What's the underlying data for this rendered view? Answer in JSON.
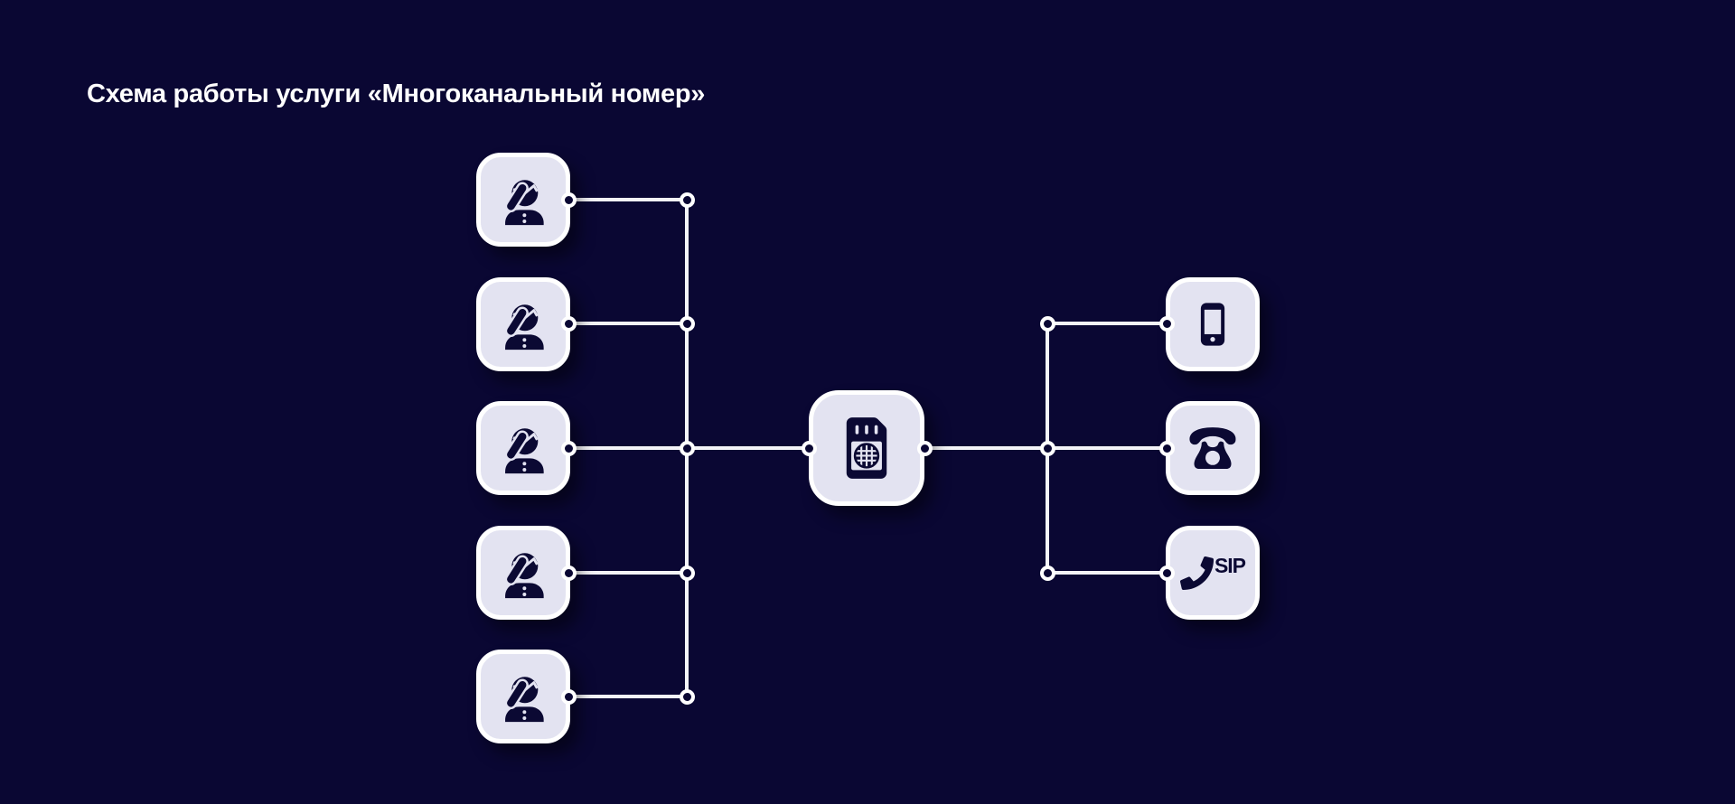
{
  "page": {
    "title": "Схема работы услуги «Многоканальный номер»"
  },
  "colors": {
    "background": "#0a0733",
    "node_fill": "#e3e3f1",
    "node_border": "#ffffff",
    "connector_line": "#f4f4f8",
    "icon": "#0b0933"
  },
  "diagram": {
    "left_nodes": [
      {
        "id": "operator-1",
        "icon": "operator-icon"
      },
      {
        "id": "operator-2",
        "icon": "operator-icon"
      },
      {
        "id": "operator-3",
        "icon": "operator-icon"
      },
      {
        "id": "operator-4",
        "icon": "operator-icon"
      },
      {
        "id": "operator-5",
        "icon": "operator-icon"
      }
    ],
    "center_node": {
      "id": "multichannel-sim",
      "icon": "sim-card-icon"
    },
    "right_nodes": [
      {
        "id": "mobile-phone",
        "icon": "smartphone-icon",
        "label": ""
      },
      {
        "id": "landline-phone",
        "icon": "desk-phone-icon",
        "label": ""
      },
      {
        "id": "sip-phone",
        "icon": "sip-handset-icon",
        "label": "SIP"
      }
    ]
  }
}
